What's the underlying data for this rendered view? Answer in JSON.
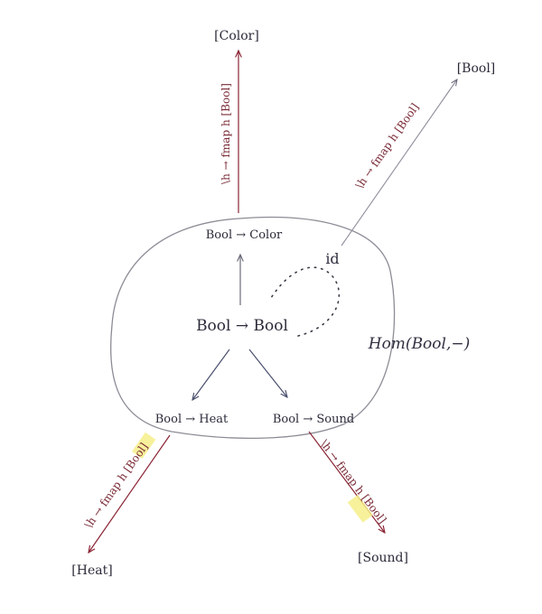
{
  "diagram": {
    "hom_label": "Hom(Bool,−)",
    "id_label": "id",
    "nodes": {
      "bool_to_bool": "Bool → Bool",
      "bool_to_color": "Bool → Color",
      "bool_to_heat": "Bool → Heat",
      "bool_to_sound": "Bool → Sound",
      "color_list": "[Color]",
      "bool_list": "[Bool]",
      "heat_list": "[Heat]",
      "sound_list": "[Sound]"
    },
    "edges": {
      "to_color_list": "\\h → fmap h [Bool]",
      "to_bool_list": "\\h → fmap h [Bool]",
      "to_heat_list": "\\h → fmap h [Bool]",
      "to_sound_list": "\\h → fmap h [Bool]"
    },
    "colors": {
      "ink_dark": "#2b2b3a",
      "ink_red": "#8a2434",
      "ink_blue": "#4a4f6e",
      "highlight_yellow": "#f6ef8a"
    }
  }
}
